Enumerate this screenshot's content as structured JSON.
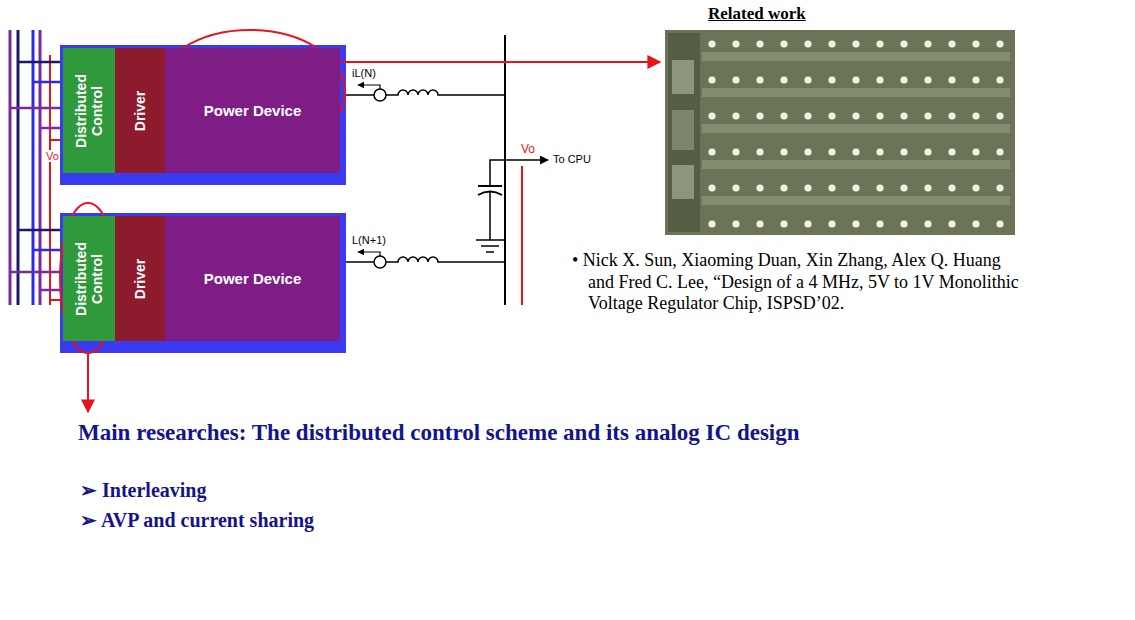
{
  "diagram": {
    "nodes": [
      {
        "text": [
          "Distributed Control"
        ]
      },
      {
        "text": [
          "Driver"
        ]
      },
      {
        "text": [
          "Power Device"
        ]
      },
      {
        "text": [
          "Distributed Control"
        ]
      },
      {
        "text": [
          "Driver"
        ]
      },
      {
        "text": [
          "Power Device"
        ]
      }
    ],
    "labels": [
      "Related work",
      "iL(N)",
      "Vo",
      "Vo",
      "To CPU",
      "L(N+1)",
      "• Nick X. Sun, Xiaoming Duan, Xin Zhang, Alex Q. Huang and Fred C. Lee, “Design of a 4 MHz, 5V to 1V Monolithic Voltage Regulator Chip, ISPSD’02.",
      "Main researches: The distributed control scheme and its analog IC design",
      "➢ Interleaving",
      "➢ AVP and current sharing"
    ]
  }
}
